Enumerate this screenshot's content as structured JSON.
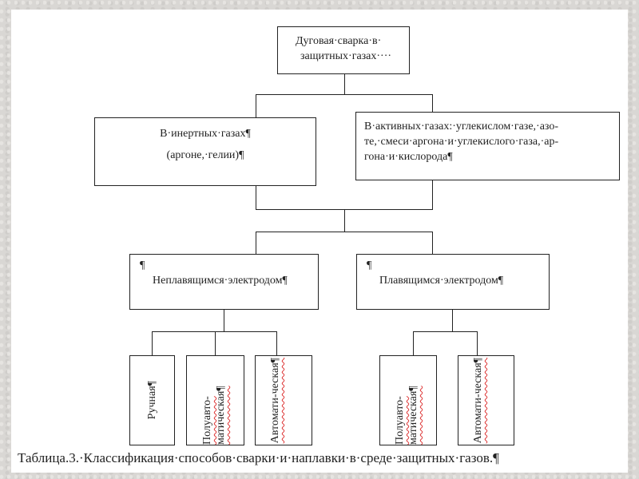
{
  "root": {
    "line1": "Дуговая·сварка·в·",
    "line2": "защитных·газах····"
  },
  "inert": {
    "line1": "В·инертных·газах¶",
    "line2": "(аргоне,·гелии)¶"
  },
  "active": {
    "text": "В·активных·газах:·углекислом·газе,·азо-те,·смеси·аргона·и·углекислого·газа,·ар-гона·и·кислорода¶"
  },
  "nonconsumable": {
    "mark": "¶",
    "label": "Неплавящимся·электродом¶"
  },
  "consumable": {
    "mark": "¶",
    "label": "Плавящимся·электродом¶"
  },
  "leaves": [
    "Ручная¶",
    "Полуавто-матическая¶",
    "Автомати-ческая¶",
    "Полуавто-матическая¶",
    "Автомати-ческая¶"
  ],
  "caption": "Таблица.3.·Классификация·способов·сварки·и·наплавки·в·среде·защитных·газов.¶"
}
